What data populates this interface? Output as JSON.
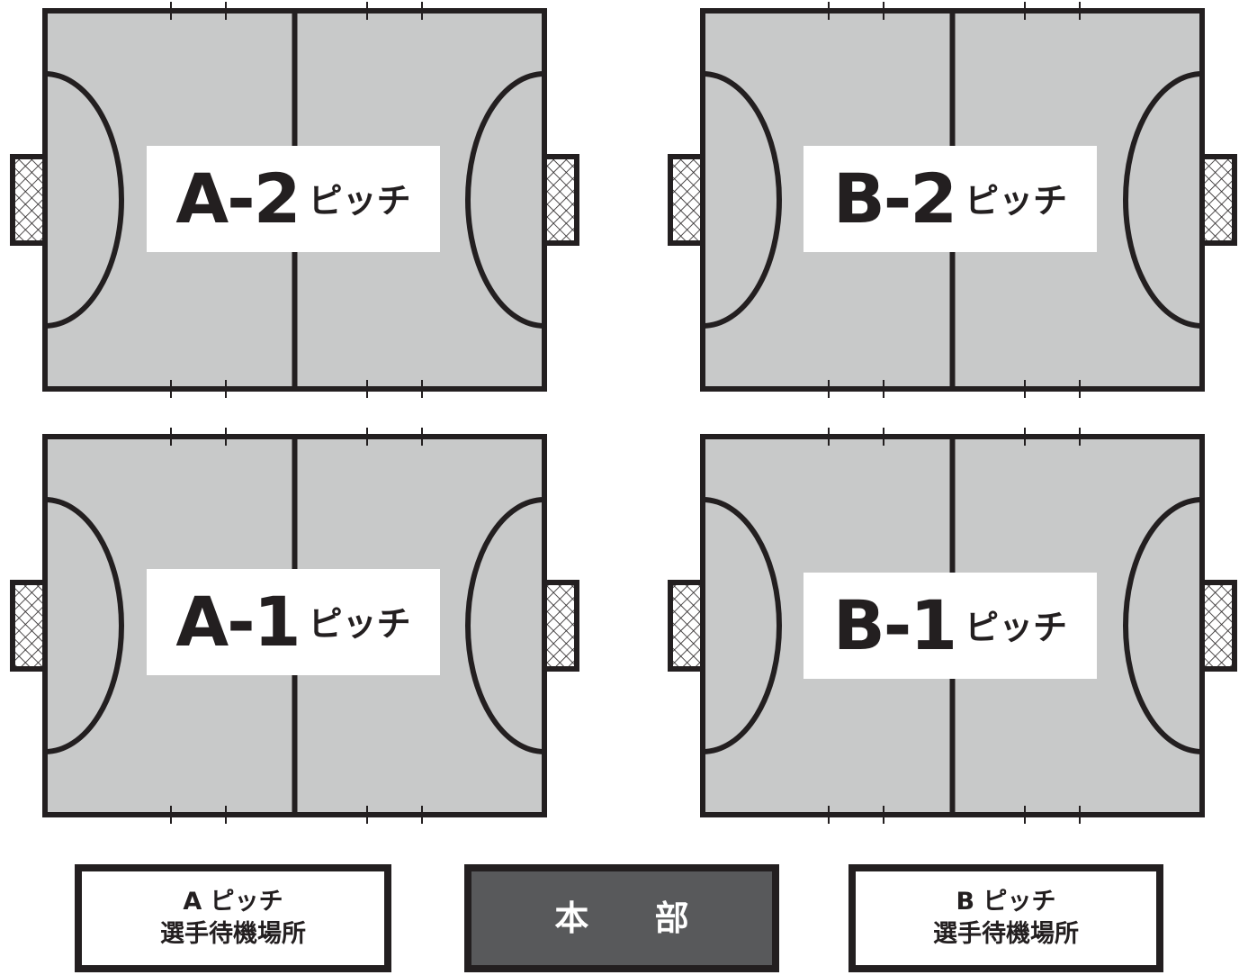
{
  "colors": {
    "field_fill": "#c8c9c9",
    "line": "#231f20",
    "hq_fill": "#58595b",
    "label_bg": "#ffffff"
  },
  "pitches": [
    {
      "key": "a2",
      "id": "A-2",
      "suffix": "ピッチ"
    },
    {
      "key": "b2",
      "id": "B-2",
      "suffix": "ピッチ"
    },
    {
      "key": "a1",
      "id": "A-1",
      "suffix": "ピッチ"
    },
    {
      "key": "b1",
      "id": "B-1",
      "suffix": "ピッチ"
    }
  ],
  "areas": {
    "a_waiting": {
      "line1": "A ピッチ",
      "line2": "選手待機場所"
    },
    "headquarters": {
      "label": "本 部"
    },
    "b_waiting": {
      "line1": "B ピッチ",
      "line2": "選手待機場所"
    }
  },
  "icons": [
    "goal-net-icon"
  ]
}
